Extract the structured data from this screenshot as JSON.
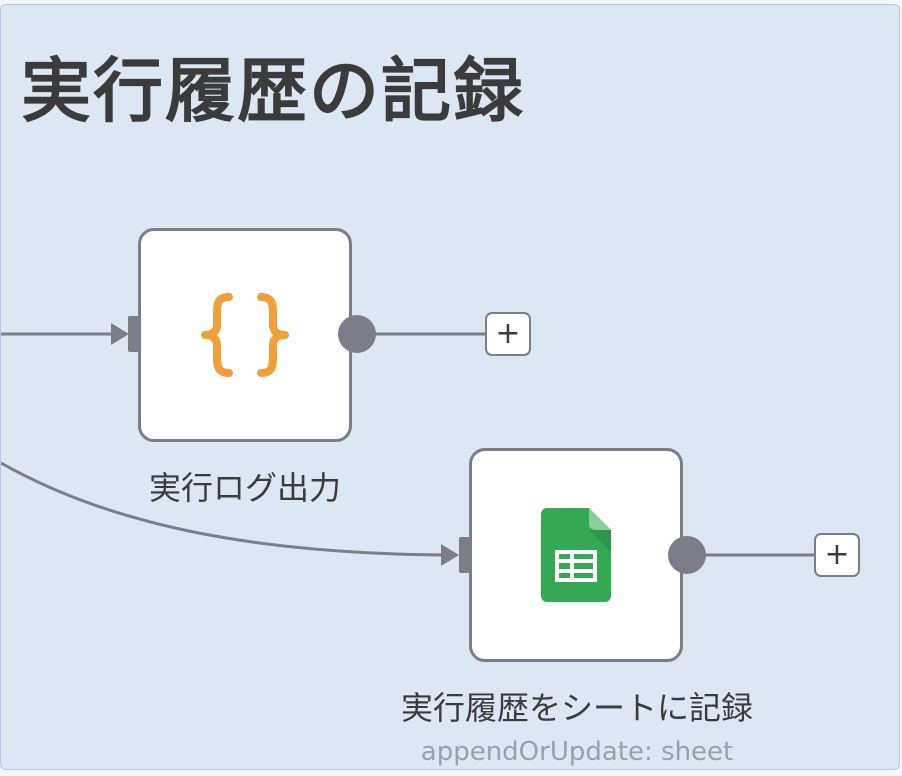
{
  "sticky_note": {
    "title": "実行履歴の記録"
  },
  "nodes": [
    {
      "id": "log-output",
      "label": "実行ログ出力",
      "icon": "curly-braces-icon",
      "icon_color": "#f0a03a"
    },
    {
      "id": "sheet-record",
      "label": "実行履歴をシートに記録",
      "subtitle": "appendOrUpdate: sheet",
      "icon": "google-sheets-icon",
      "icon_color": "#34a853"
    }
  ],
  "add_button": {
    "symbol": "+"
  },
  "colors": {
    "canvas_bg": "#dde6f3",
    "node_border": "#7d7d87",
    "connection": "#7d7d87",
    "text": "#3b3b3b",
    "subtitle": "#9aa0a8"
  }
}
